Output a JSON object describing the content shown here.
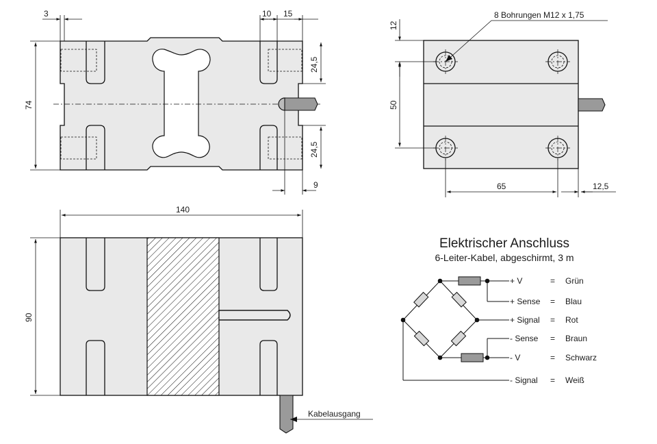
{
  "front_view": {
    "dim_top_left": "3",
    "dim_top_right_a": "10",
    "dim_top_right_b": "15",
    "dim_height": "74",
    "dim_right_upper": "24,5",
    "dim_right_lower": "24,5",
    "dim_cable": "9"
  },
  "side_view": {
    "holes_note": "8 Bohrungen M12 x 1,75",
    "dim_top": "12",
    "dim_height": "50",
    "dim_width": "65",
    "dim_cable": "12,5"
  },
  "top_view": {
    "dim_width": "140",
    "dim_height": "90",
    "cable_exit_label": "Kabelausgang"
  },
  "connection": {
    "title": "Elektrischer Anschluss",
    "subtitle": "6-Leiter-Kabel, abgeschirmt, 3 m",
    "wires": [
      {
        "signal": "+ V",
        "eq": "=",
        "color": "Grün"
      },
      {
        "signal": "+ Sense",
        "eq": "=",
        "color": "Blau"
      },
      {
        "signal": "+ Signal",
        "eq": "=",
        "color": "Rot"
      },
      {
        "signal": "- Sense",
        "eq": "=",
        "color": "Braun"
      },
      {
        "signal": "- V",
        "eq": "=",
        "color": "Schwarz"
      },
      {
        "signal": "- Signal",
        "eq": "=",
        "color": "Weiß"
      }
    ]
  },
  "colors": {
    "body_fill": "#e9e9e9",
    "resistor_fill": "#9a9a9a",
    "line": "#111111"
  }
}
